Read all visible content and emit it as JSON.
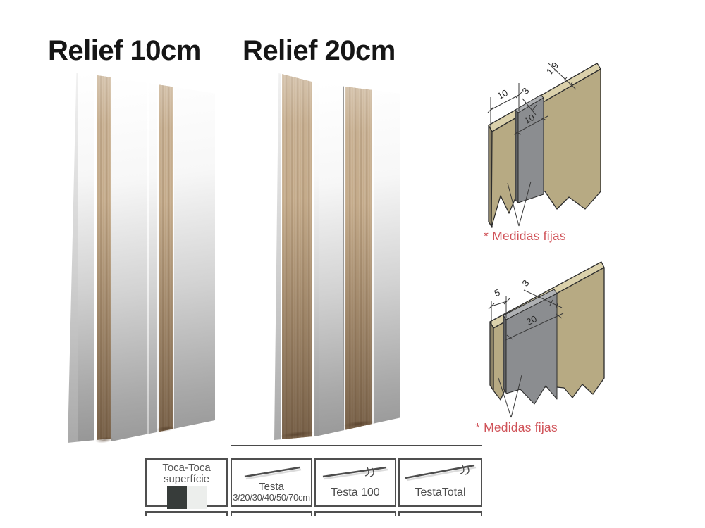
{
  "titles": {
    "relief10": "Relief 10cm",
    "relief20": "Relief 20cm"
  },
  "diagrams": {
    "relief10_detail": {
      "dim_surface_left": "10",
      "dim_groove_top": "3",
      "dim_thickness": "1,9",
      "dim_groove_width": "10",
      "note": "* Medidas fijas"
    },
    "relief20_detail": {
      "dim_surface_left": "5",
      "dim_groove_top": "3",
      "dim_groove_width": "20",
      "note": "* Medidas fijas"
    }
  },
  "legend": {
    "surface": {
      "title_line1": "Toca-Toca",
      "title_line2": "superfície",
      "swatch_dark": "#373c3a",
      "swatch_light": "#eceeec"
    },
    "testa": {
      "label": "Testa",
      "sizes": "3/20/30/40/50/70cm"
    },
    "testa100": {
      "label": "Testa 100"
    },
    "testatotal": {
      "label": "TestaTotal"
    }
  },
  "colors": {
    "note_red": "#d05359",
    "panel_tan": "#b7aa83",
    "panel_tan_top": "#dbd1ab",
    "groove_gray": "#8b8d90",
    "wood": "#c4ab8b"
  }
}
